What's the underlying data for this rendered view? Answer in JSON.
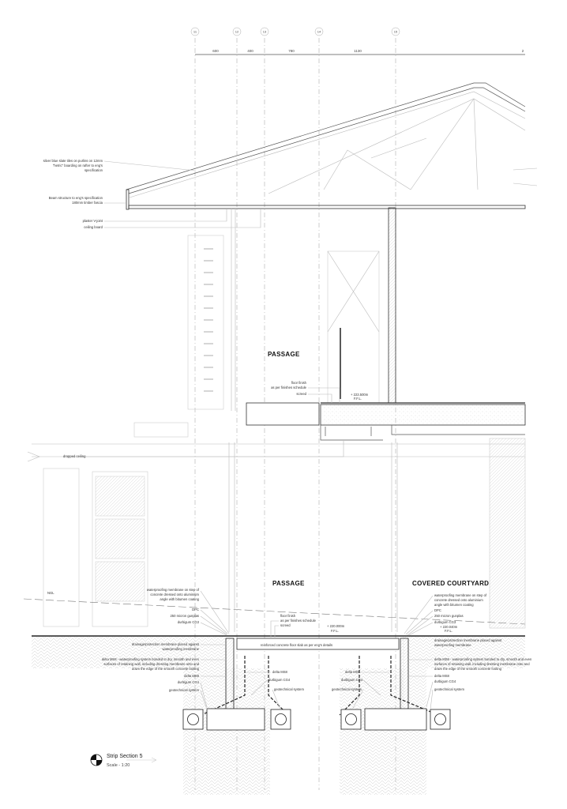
{
  "grid": {
    "bubbles": [
      "11",
      "12",
      "13",
      "14",
      "15"
    ],
    "dimensions": [
      "600",
      "400",
      "780",
      "1130",
      "2"
    ]
  },
  "rooms": {
    "passage_upper": "PASSAGE",
    "passage_lower": "PASSAGE",
    "covered_courtyard": "COVERED COURTYARD"
  },
  "notes": {
    "roof_tiles": [
      "silver blue slate tiles on purlins on 12mm",
      "\"hetric\" boarding on rafter to eng's",
      "specification"
    ],
    "beam": [
      "Beam structure to eng's specification",
      "180mm timber fascia"
    ],
    "plaster": "plaster V-joint",
    "ceiling_board": "ceiling board",
    "dropped_ceiling": "dropped ceiling",
    "upper_floor_finish": [
      "floor finish",
      "as per finishes schedule"
    ],
    "upper_screed": "screed",
    "upper_level": "+ 223.500m",
    "upper_ffl": "F.F.L.",
    "ngl": "NGL",
    "left_waterproof": [
      "waterproofing membrane on step of",
      "concrete dressed onto aluminium",
      "angle with bitumen coating"
    ],
    "left_dpc": "DPC",
    "left_gunplas": "250 micron gunplas",
    "left_durbigum": "durbigum CG3",
    "left_drainage": [
      "drainage/protection membrane placed against",
      "waterproofing membrane"
    ],
    "left_delta": [
      "delta MS8 - waterproofing system bonded to dry, smooth and even",
      "surfaces of retaining wall, including dressing membrane onto and",
      "down the edge of the smooth concrete footing"
    ],
    "left_delta2": "delta MS8",
    "left_durbigum2": "durbigum CG4",
    "left_geo": "geotechnical system",
    "lower_floor_finish": [
      "floor finish",
      "as per finishes schedule"
    ],
    "lower_screed": "screed",
    "lower_level": "+ 220.000m",
    "lower_ffl": "F.F.L.",
    "slab": "reinforced concrete floor slab as per eng's details",
    "mid_delta_a": "delta MS8",
    "mid_durbigum_a": "durbigum CG4",
    "mid_geo_a": "geotechnical system",
    "mid_delta_b": "delta MS8",
    "mid_durbigum_b": "durbigum CG4",
    "mid_geo_b": "geotechnical system",
    "right_waterproof": [
      "waterproofing membrane on step of",
      "concrete dressed onto aluminium",
      "angle with bitumen coating"
    ],
    "right_dpc": "DPC",
    "right_gunplas": "250 micron gunplas",
    "right_durbigum": "durbigum CG3",
    "right_level": "+ 220.040m",
    "right_ffl": "F.F.L.",
    "right_drainage": [
      "drainage/protection membrane placed against",
      "waterproofing membrane"
    ],
    "right_delta": [
      "delta MS8 - waterproofing system bonded to dry, smooth and even",
      "surfaces of retaining wall, including dressing membrane onto and",
      "down the edge of the smooth concrete footing"
    ],
    "right_delta2": "delta MS8",
    "right_durbigum2": "durbigum CG4",
    "right_geo": "geotechnical system"
  },
  "title_block": {
    "title": "Strip Section 5",
    "scale": "Scale - 1:20"
  }
}
